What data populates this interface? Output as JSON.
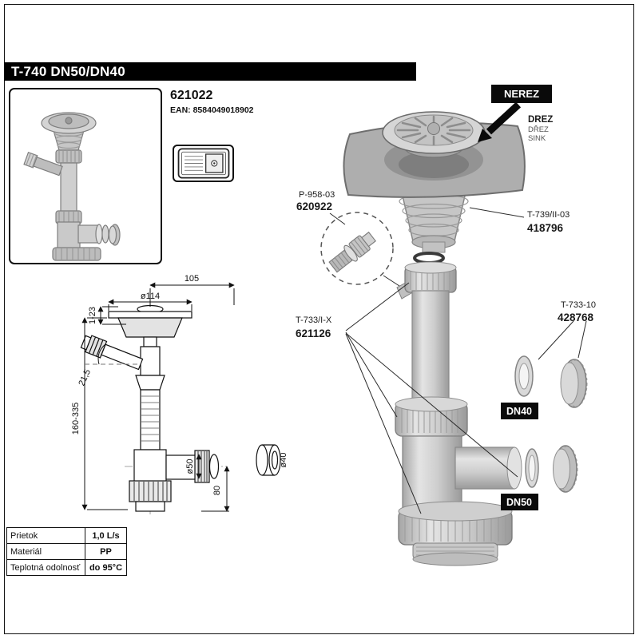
{
  "title": "T-740 DN50/DN40",
  "product": {
    "code": "621022",
    "ean": "EAN: 8584049018902"
  },
  "specs": {
    "rows": [
      {
        "label": "Prietok",
        "value": "1,0 L/s"
      },
      {
        "label": "Materiál",
        "value": "PP"
      },
      {
        "label": "Teplotná odolnosť",
        "value": "do 95°C"
      }
    ]
  },
  "dims": {
    "top_width": "105",
    "flange_dia": "ø114",
    "clamp_range": "1-23",
    "inlet_angle": "21,5",
    "height_range": "160-335",
    "outlet_dia": "ø50",
    "outlet_height": "80",
    "plug_dia": "ø40"
  },
  "exploded": {
    "material_badge": "NEREZ",
    "sink_l1": "DREZ",
    "sink_l2": "DŘEZ",
    "sink_l3": "SINK",
    "p958_name": "P-958-03",
    "p958_code": "620922",
    "t739_name": "T-739/II-03",
    "t739_code": "418796",
    "t733_name": "T-733/I-X",
    "t733_code": "621126",
    "t73310_name": "T-733-10",
    "t73310_code": "428768",
    "dn40": "DN40",
    "dn50": "DN50"
  }
}
